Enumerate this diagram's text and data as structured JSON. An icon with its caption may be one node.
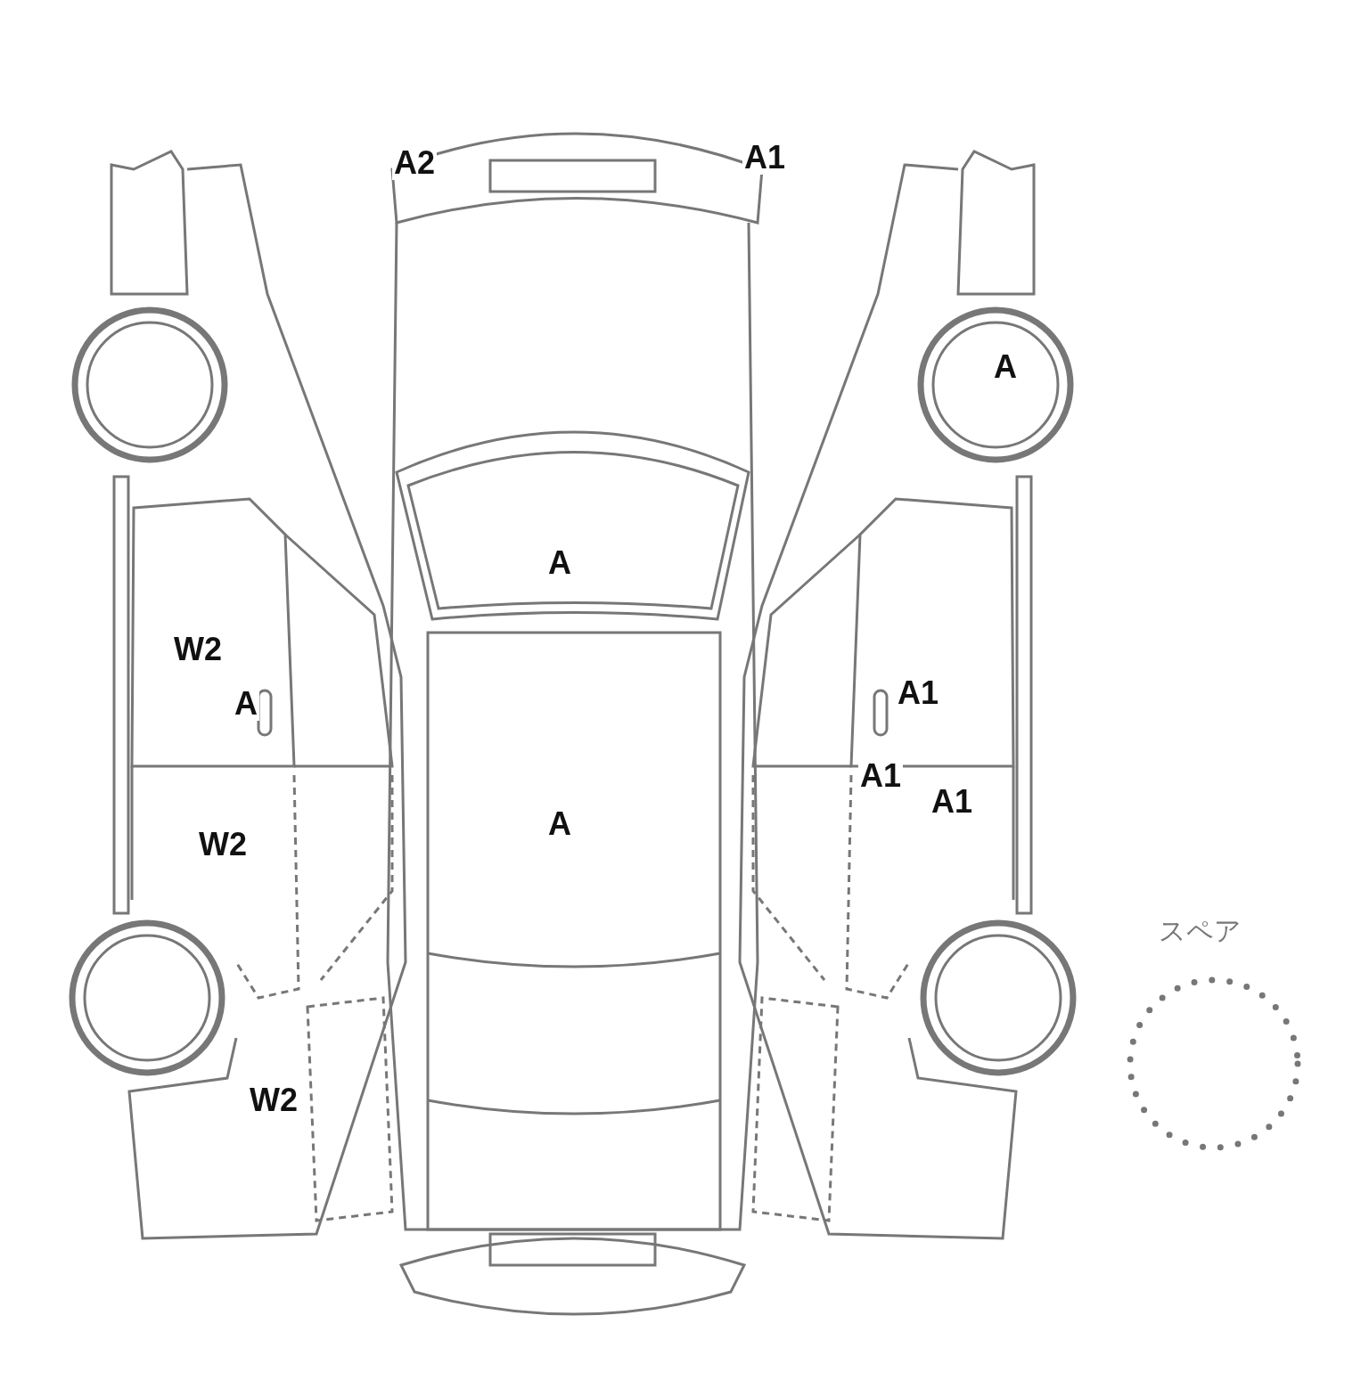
{
  "diagram": {
    "nodes": [
      {
        "text": [
          "スペア"
        ]
      }
    ],
    "labels": [
      "A1",
      "A2",
      "A",
      "A",
      "W2",
      "A1",
      "A",
      "A1",
      "A1",
      "A",
      "W2",
      "W2"
    ]
  }
}
